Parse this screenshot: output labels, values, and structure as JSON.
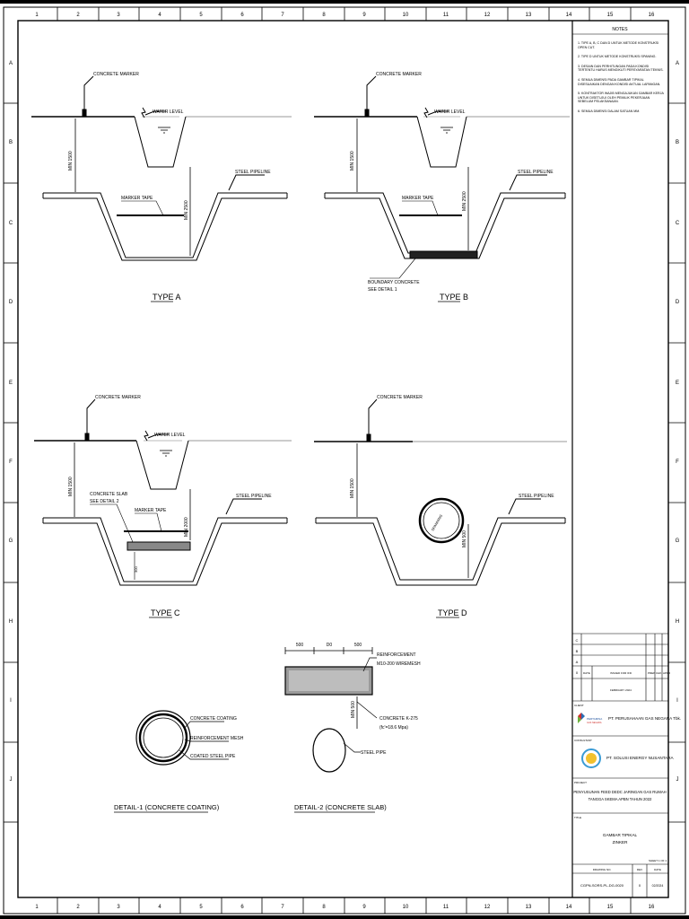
{
  "grid": {
    "columns": [
      "1",
      "2",
      "3",
      "4",
      "5",
      "6",
      "7",
      "8",
      "9",
      "10",
      "11",
      "12",
      "13",
      "14",
      "15",
      "16"
    ],
    "rows": [
      "A",
      "B",
      "C",
      "D",
      "E",
      "F",
      "G",
      "H",
      "I",
      "J"
    ]
  },
  "labels": {
    "concrete_marker": "CONCRETE MARKER",
    "water_level": "WATER LEVEL",
    "steel_pipeline": "STEEL PIPELINE",
    "marker_tape": "MARKER TAPE",
    "min_1500": "MIN 1500",
    "min_2500": "MIN 2500",
    "min_2000": "MIN 2000",
    "min_500": "MIN 500",
    "boundary_concrete": "BOUNDARY CONCRETE",
    "see_detail_1": "SEE DETAIL 1",
    "concrete_slab": "CONCRETE SLAB",
    "see_detail_2": "SEE DETAIL 2",
    "spanning": "SPANNING",
    "dim_300": "300",
    "type_a": "TYPE A",
    "type_b": "TYPE B",
    "type_c": "TYPE C",
    "type_d": "TYPE D"
  },
  "details": {
    "coating_label": "CONCRETE COATING",
    "reinforcement_mesh": "REINFORCEMENT MESH",
    "coated_steel_pipe": "COATED STEEL PIPE",
    "detail1_title": "DETAIL-1 (CONCRETE COATING)",
    "dim_left": "500",
    "dim_mid": "D0",
    "dim_right": "500",
    "reinforcement": "REINFORCEMENT",
    "reinforcement_spec": "M10-200 WIREMESH",
    "min_500": "MIN 500",
    "concrete_grade": "CONCRETE K-275",
    "concrete_strength": "(fc'=18.6 Mpa)",
    "steel_pipe": "STEEL PIPE",
    "detail2_title": "DETAIL-2 (CONCRETE SLAB)"
  },
  "notes": {
    "title": "NOTES",
    "items": [
      "1. TIPE A, B, C DAN D UNTUK METODE KONSTRUKSI OPEN CUT.",
      "2. TIPE D UNTUK METODE KONSTRUKSI SPANING.",
      "3. DESAIN DAN PERHITUNGAN PADA KONDISI TERTENTU HARUS MENGIKUTI PERSYARATAN TEKNIS.",
      "4. SEMUA DIMENSI PADA GAMBAR TIPIKAL DISESUAIKAN DENGAN KONDISI AKTUAL LAPANGAN.",
      "5. KONTRAKTOR WAJIB MENGAJUKAN GAMBAR KERJA UNTUK DISETUJUI OLEH PEMILIK PEKERJAAN SEBELUM PELAKSANAAN.",
      "6. SEMUA DIMENSI DALAM SATUAN MM."
    ]
  },
  "titleblock": {
    "rev_rows": [
      "C",
      "B",
      "A",
      "0"
    ],
    "issued_for": "ISSUED FOR IFD",
    "date_label": "DATE",
    "rev_date": "FEBRUARY 2024",
    "prep_label": "PREP",
    "chk_label": "CHK",
    "appr_label": "APPR",
    "owner_label": "CLIENT",
    "owner_name": "PT. PERUSAHAAN GAS NEGARA Tbk.",
    "owner_logo_text": "PERTAMINA",
    "owner_logo_sub": "GAS NEGARA",
    "consultant_label": "CONSULTANT",
    "consultant_name": "PT. SOLUSI ENERGY NUSANTARA",
    "project_label": "PROJECT",
    "project_name_1": "PENYUSUNAN FEED DEDC JARINGAN GAS RUMAH",
    "project_name_2": "TANGGA SKEMA APBN TAHUN 2022",
    "title_label": "TITLE",
    "drawing_title_1": "GAMBAR TIPIKAL",
    "drawing_title_2": "ZINKER",
    "sheet": "SHEET 1 OF 1",
    "drawing_no_label": "DRAWING NO.",
    "rev_label": "REV",
    "date2_label": "DATE",
    "drawing_no": "CGPN-SORS-PL-DG-0020",
    "rev": "0",
    "date2": "02/2024"
  }
}
